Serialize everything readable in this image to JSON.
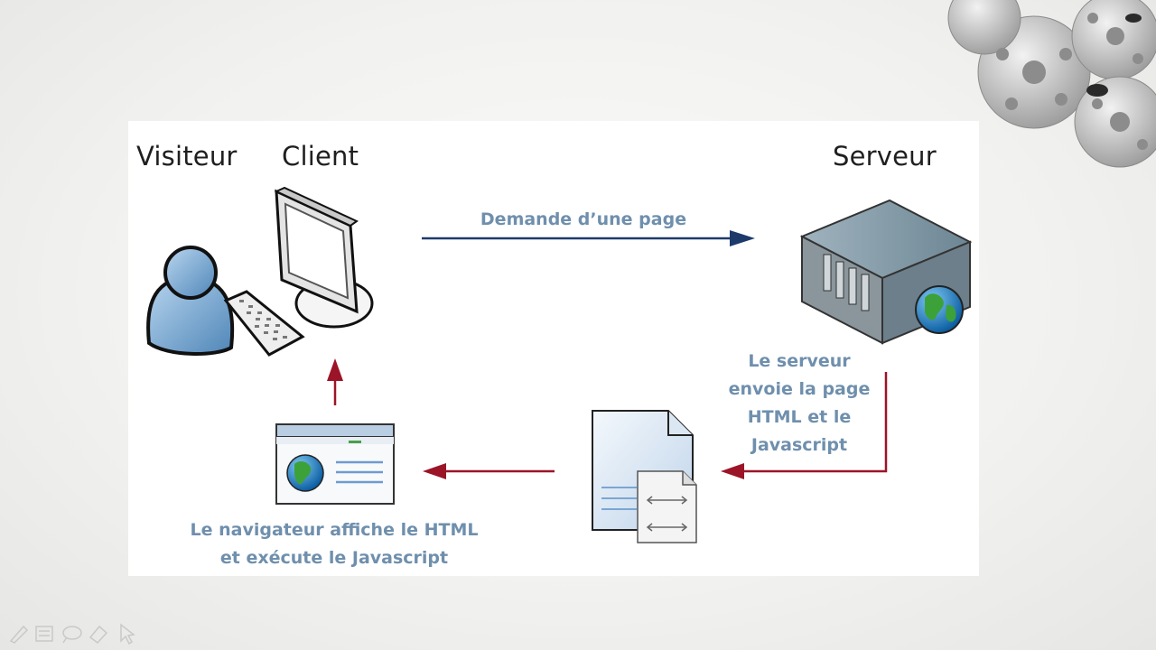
{
  "labels": {
    "visitor": "Visiteur",
    "client": "Client",
    "server": "Serveur"
  },
  "captions": {
    "request": "Demande d’une page",
    "server_sends": [
      "Le serveur",
      "envoie la page",
      "HTML et le",
      "Javascript"
    ],
    "browser_displays": [
      "Le navigateur affiche le HTML",
      "et exécute le Javascript"
    ]
  },
  "colors": {
    "request_arrow": "#1d3a6b",
    "response_arrow": "#9c1427",
    "caption_text": "#6f8fad"
  },
  "icons": [
    "user-icon",
    "monitor-icon",
    "keyboard-icon",
    "server-icon",
    "globe-icon",
    "document-icon",
    "browser-window-icon",
    "gears-decoration"
  ],
  "toolbar": [
    "pen-tool-icon",
    "highlighter-tool-icon",
    "lasso-tool-icon",
    "eraser-tool-icon",
    "pointer-tool-icon"
  ]
}
